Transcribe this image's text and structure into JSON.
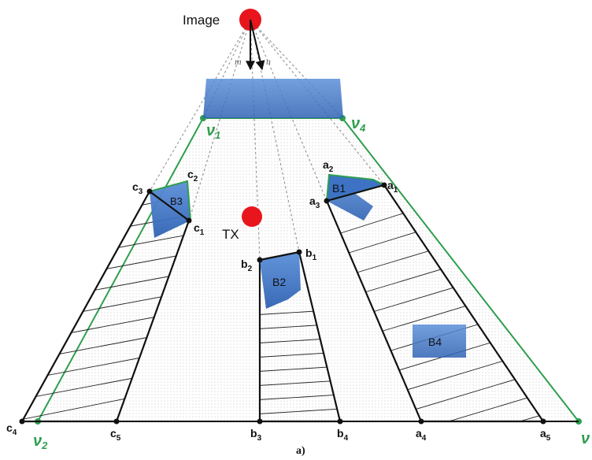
{
  "labels": {
    "image": "Image",
    "tx": "TX",
    "m": "m",
    "n": "n",
    "caption": "a)",
    "v1": "ν",
    "v1_sub": "1",
    "v2": "ν",
    "v2_sub": "2",
    "v4": "ν",
    "v4_sub": "4",
    "v3": "ν",
    "blocks": {
      "b1": "B1",
      "b2": "B2",
      "b3": "B3",
      "b4": "B4"
    },
    "a1": "a",
    "a1_sub": "1",
    "a2": "a",
    "a2_sub": "2",
    "a3": "a",
    "a3_sub": "3",
    "a4": "a",
    "a4_sub": "4",
    "a5": "a",
    "a5_sub": "5",
    "b1p": "b",
    "b1p_sub": "1",
    "b2p": "b",
    "b2p_sub": "2",
    "b3p": "b",
    "b3p_sub": "3",
    "b4p": "b",
    "b4p_sub": "4",
    "c1": "c",
    "c1_sub": "1",
    "c2": "c",
    "c2_sub": "2",
    "c3": "c",
    "c3_sub": "3",
    "c4": "c",
    "c4_sub": "4",
    "c5": "c",
    "c5_sub": "5"
  },
  "colors": {
    "green": "#2e9e4f",
    "blue_fill": "#3d72c4",
    "red": "#e8161c",
    "black": "#111111",
    "dotted": "#8a8a8a"
  }
}
